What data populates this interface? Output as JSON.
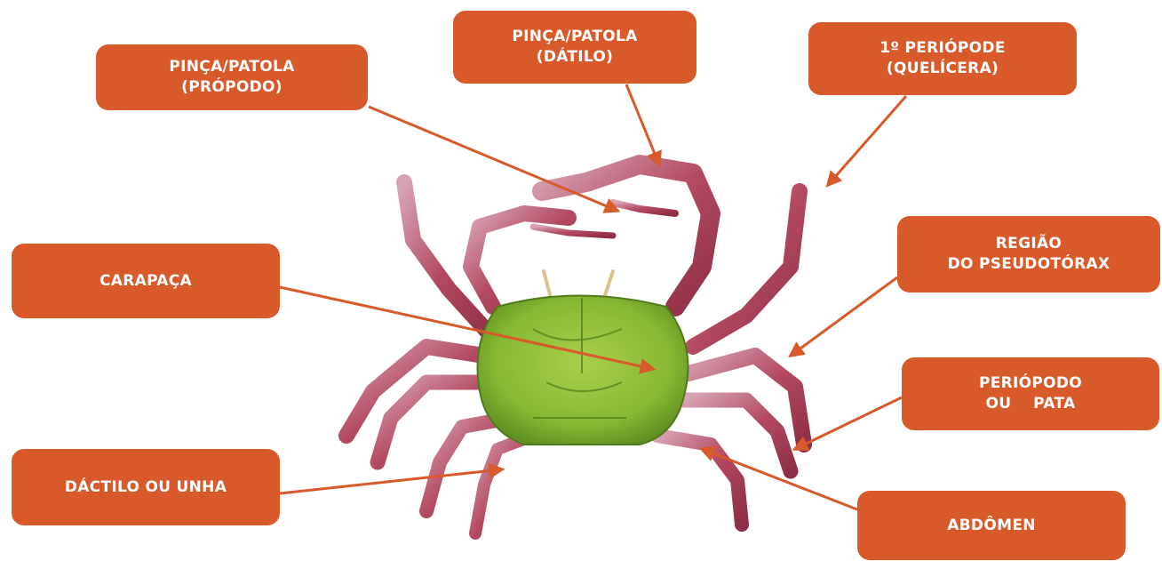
{
  "diagram": {
    "labels": {
      "pinca_propodo": {
        "line1": "PINÇA/PATOLA",
        "line2": "(PRÓPODO)"
      },
      "pinca_datilo": {
        "line1": "PINÇA/PATOLA",
        "line2": "(DÁTILO)"
      },
      "periopode_1": {
        "line1": "1º PERIÓPODE",
        "line2": "(QUELÍCERA)"
      },
      "carapaca": {
        "line1": "CARAPAÇA"
      },
      "regiao_pseudotorax": {
        "line1": "REGIÃO",
        "line2": "DO PSEUDOTÓRAX"
      },
      "periopodo_pata": {
        "line1": "PERIÓPODO",
        "line2": "OU    PATA"
      },
      "dactilo_unha": {
        "line1": "DÁCTILO OU UNHA"
      },
      "abdomen": {
        "line1": "ABDÔMEN"
      }
    }
  },
  "colors": {
    "label_bg": "#d8592a",
    "arrow": "#d8592a",
    "carapace": "#8fbf3c",
    "legs": "#b8475f"
  }
}
